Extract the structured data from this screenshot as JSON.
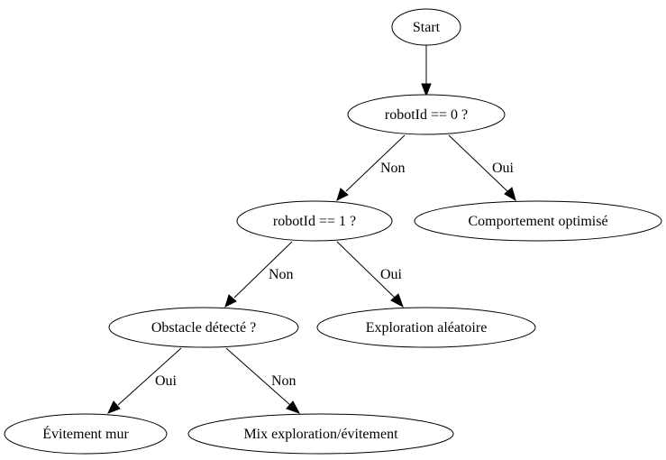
{
  "nodes": {
    "start": "Start",
    "robot0": "robotId == 0 ?",
    "robot1": "robotId == 1 ?",
    "optimise": "Comportement optimisé",
    "obstacle": "Obstacle détecté ?",
    "exploration": "Exploration aléatoire",
    "evitement": "Évitement mur",
    "mix": "Mix exploration/évitement"
  },
  "edges": {
    "robot0_no": "Non",
    "robot0_yes": "Oui",
    "robot1_no": "Non",
    "robot1_yes": "Oui",
    "obstacle_yes": "Oui",
    "obstacle_no": "Non"
  },
  "colors": {
    "stroke": "#000000",
    "fill": "#ffffff",
    "text": "#000000"
  }
}
